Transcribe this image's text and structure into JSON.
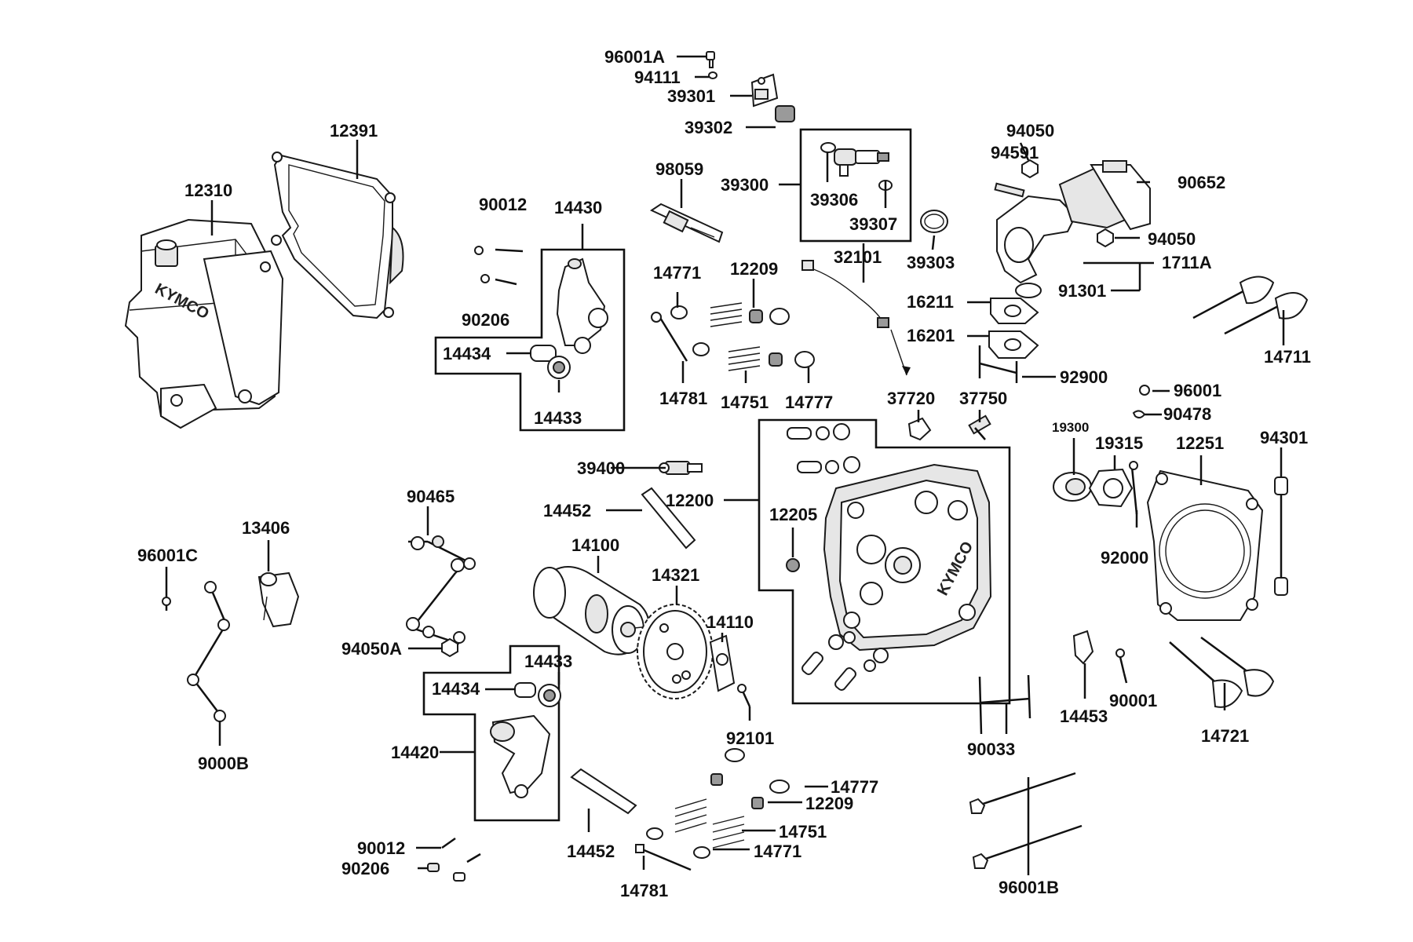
{
  "brand_mark": "KYMCO",
  "labels": {
    "p96001A": "96001A",
    "p94111": "94111",
    "p39301": "39301",
    "p39302": "39302",
    "p12391": "12391",
    "p12310": "12310",
    "p98059": "98059",
    "p90012_top": "90012",
    "p14430": "14430",
    "p90206_top": "90206",
    "p14434_top": "14434",
    "p14433_top": "14433",
    "p39300": "39300",
    "p39306": "39306",
    "p39307": "39307",
    "p39303": "39303",
    "p32101": "32101",
    "p14771_top": "14771",
    "p12209_top": "12209",
    "p14781_top": "14781",
    "p14751_top": "14751",
    "p14777_top": "14777",
    "p94050_top": "94050",
    "p94591": "94591",
    "p90652": "90652",
    "p94050_mid": "94050",
    "p1711A": "1711A",
    "p91301": "91301",
    "p16211": "16211",
    "p16201": "16201",
    "p92900": "92900",
    "p14711": "14711",
    "p96001": "96001",
    "p90478": "90478",
    "p37720": "37720",
    "p37750": "37750",
    "p19300": "19300",
    "p19315": "19315",
    "p12251": "12251",
    "p94301": "94301",
    "p92000": "92000",
    "p39400": "39400",
    "p12200": "12200",
    "p12205": "12205",
    "p90465": "90465",
    "p14452_top": "14452",
    "p14100": "14100",
    "p14321": "14321",
    "p14110": "14110",
    "p13406": "13406",
    "p96001C": "96001C",
    "p94050A": "94050A",
    "p9000B": "9000B",
    "p14433_bot": "14433",
    "p14434_bot": "14434",
    "p14420": "14420",
    "p92101": "92101",
    "p14453": "14453",
    "p90001": "90001",
    "p90033": "90033",
    "p14721": "14721",
    "p14777_bot": "14777",
    "p12209_bot": "12209",
    "p14751_bot": "14751",
    "p14771_bot": "14771",
    "p14781_bot": "14781",
    "p14452_bot": "14452",
    "p90012_bot": "90012",
    "p90206_bot": "90206",
    "p96001B": "96001B"
  }
}
